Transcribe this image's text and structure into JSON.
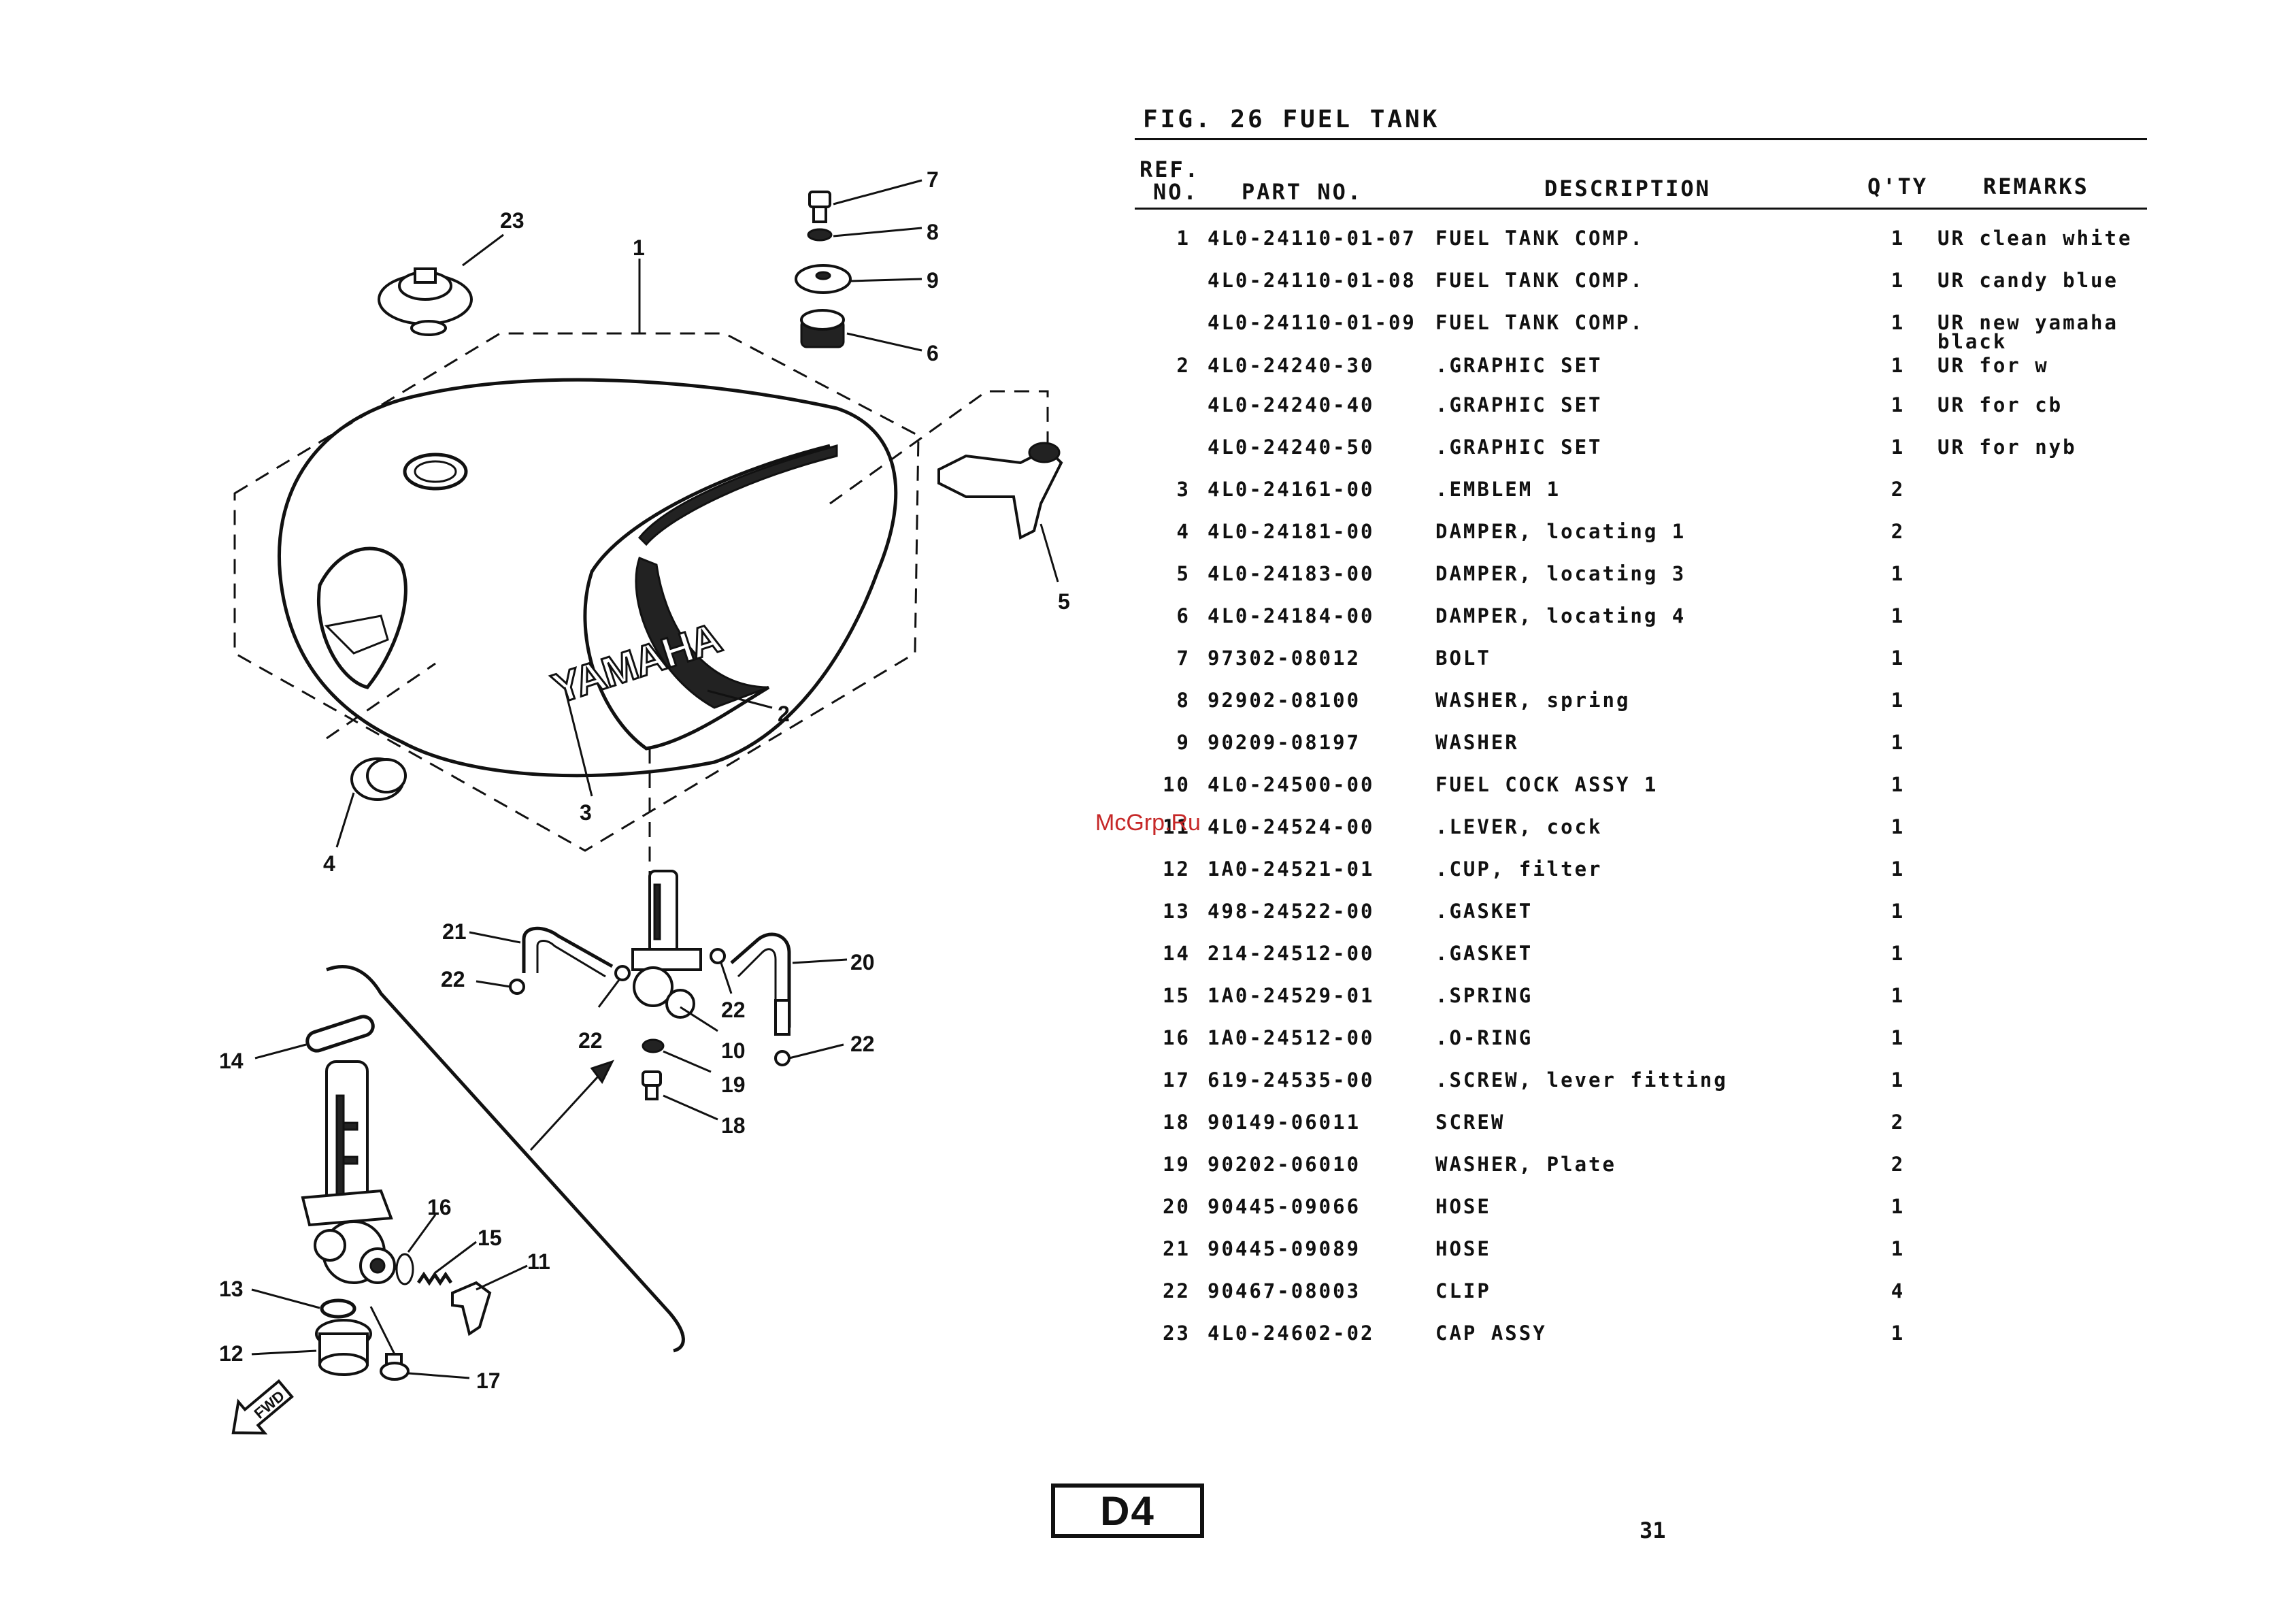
{
  "figure": {
    "title": "FIG. 26  FUEL TANK"
  },
  "headers": {
    "ref_line1": "REF.",
    "ref_line2": "NO.",
    "part_no": "PART NO.",
    "description": "DESCRIPTION",
    "qty": "Q'TY",
    "remarks": "REMARKS"
  },
  "rows": [
    {
      "ref": "1",
      "part_no": "4L0-24110-01-07",
      "description": "FUEL TANK COMP.",
      "qty": "1",
      "remarks": "UR clean white"
    },
    {
      "ref": "",
      "part_no": "4L0-24110-01-08",
      "description": "FUEL TANK COMP.",
      "qty": "1",
      "remarks": "UR candy blue"
    },
    {
      "ref": "",
      "part_no": "4L0-24110-01-09",
      "description": "FUEL TANK COMP.",
      "qty": "1",
      "remarks": "UR new yamaha",
      "remarks2": "black"
    },
    {
      "ref": "2",
      "part_no": "4L0-24240-30",
      "description": ".GRAPHIC SET",
      "qty": "1",
      "remarks": "UR for w"
    },
    {
      "ref": "",
      "part_no": "4L0-24240-40",
      "description": ".GRAPHIC SET",
      "qty": "1",
      "remarks": "UR for cb"
    },
    {
      "ref": "",
      "part_no": "4L0-24240-50",
      "description": ".GRAPHIC SET",
      "qty": "1",
      "remarks": "UR for nyb"
    },
    {
      "ref": "3",
      "part_no": "4L0-24161-00",
      "description": ".EMBLEM 1",
      "qty": "2",
      "remarks": ""
    },
    {
      "ref": "4",
      "part_no": "4L0-24181-00",
      "description": "DAMPER, locating 1",
      "qty": "2",
      "remarks": ""
    },
    {
      "ref": "5",
      "part_no": "4L0-24183-00",
      "description": "DAMPER, locating 3",
      "qty": "1",
      "remarks": ""
    },
    {
      "ref": "6",
      "part_no": "4L0-24184-00",
      "description": "DAMPER, locating 4",
      "qty": "1",
      "remarks": ""
    },
    {
      "ref": "7",
      "part_no": "97302-08012",
      "description": "BOLT",
      "qty": "1",
      "remarks": ""
    },
    {
      "ref": "8",
      "part_no": "92902-08100",
      "description": "WASHER, spring",
      "qty": "1",
      "remarks": ""
    },
    {
      "ref": "9",
      "part_no": "90209-08197",
      "description": "WASHER",
      "qty": "1",
      "remarks": ""
    },
    {
      "ref": "10",
      "part_no": "4L0-24500-00",
      "description": "FUEL COCK ASSY 1",
      "qty": "1",
      "remarks": ""
    },
    {
      "ref": "11",
      "part_no": "4L0-24524-00",
      "description": ".LEVER, cock",
      "qty": "1",
      "remarks": ""
    },
    {
      "ref": "12",
      "part_no": "1A0-24521-01",
      "description": ".CUP, filter",
      "qty": "1",
      "remarks": ""
    },
    {
      "ref": "13",
      "part_no": "498-24522-00",
      "description": ".GASKET",
      "qty": "1",
      "remarks": ""
    },
    {
      "ref": "14",
      "part_no": "214-24512-00",
      "description": ".GASKET",
      "qty": "1",
      "remarks": ""
    },
    {
      "ref": "15",
      "part_no": "1A0-24529-01",
      "description": ".SPRING",
      "qty": "1",
      "remarks": ""
    },
    {
      "ref": "16",
      "part_no": "1A0-24512-00",
      "description": ".O-RING",
      "qty": "1",
      "remarks": ""
    },
    {
      "ref": "17",
      "part_no": "619-24535-00",
      "description": ".SCREW, lever fitting",
      "qty": "1",
      "remarks": ""
    },
    {
      "ref": "18",
      "part_no": "90149-06011",
      "description": "SCREW",
      "qty": "2",
      "remarks": ""
    },
    {
      "ref": "19",
      "part_no": "90202-06010",
      "description": "WASHER, Plate",
      "qty": "2",
      "remarks": ""
    },
    {
      "ref": "20",
      "part_no": "90445-09066",
      "description": "HOSE",
      "qty": "1",
      "remarks": ""
    },
    {
      "ref": "21",
      "part_no": "90445-09089",
      "description": "HOSE",
      "qty": "1",
      "remarks": ""
    },
    {
      "ref": "22",
      "part_no": "90467-08003",
      "description": "CLIP",
      "qty": "4",
      "remarks": ""
    },
    {
      "ref": "23",
      "part_no": "4L0-24602-02",
      "description": "CAP ASSY",
      "qty": "1",
      "remarks": ""
    }
  ],
  "diagram": {
    "tank_logo": "YAMAHA",
    "fwd_label": "FWD",
    "callouts": {
      "c1": "1",
      "c2": "2",
      "c3": "3",
      "c4": "4",
      "c5": "5",
      "c6": "6",
      "c7": "7",
      "c8": "8",
      "c9": "9",
      "c10": "10",
      "c11": "11",
      "c12": "12",
      "c13": "13",
      "c14": "14",
      "c15": "15",
      "c16": "16",
      "c17": "17",
      "c18": "18",
      "c19": "19",
      "c20": "20",
      "c21": "21",
      "c22a": "22",
      "c22b": "22",
      "c22c": "22",
      "c22d": "22",
      "c23": "23"
    }
  },
  "footer": {
    "page_code": "D4",
    "page_number": "31"
  },
  "watermark": "McGrp.Ru"
}
